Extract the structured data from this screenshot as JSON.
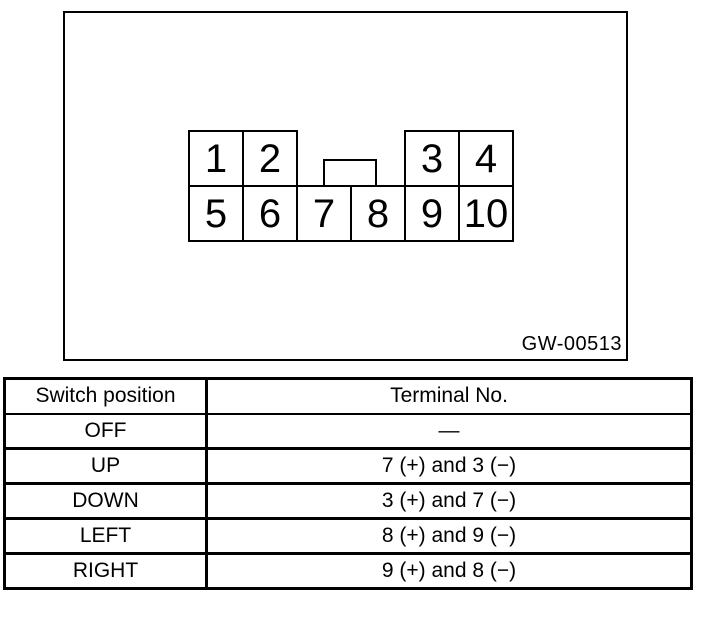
{
  "figure": {
    "code_label": "GW-00513",
    "connector": {
      "top_left_pins": [
        "1",
        "2"
      ],
      "top_right_pins": [
        "3",
        "4"
      ],
      "bottom_pins": [
        "5",
        "6",
        "7",
        "8",
        "9",
        "10"
      ]
    }
  },
  "table": {
    "headers": {
      "switch_position": "Switch position",
      "terminal_no": "Terminal No."
    },
    "rows": [
      {
        "position": "OFF",
        "terminal": "—"
      },
      {
        "position": "UP",
        "terminal": "7 (+) and 3 (−)"
      },
      {
        "position": "DOWN",
        "terminal": "3 (+) and 7 (−)"
      },
      {
        "position": "LEFT",
        "terminal": "8 (+) and 9 (−)"
      },
      {
        "position": "RIGHT",
        "terminal": "9 (+) and 8 (−)"
      }
    ]
  },
  "colors": {
    "line": "#000000",
    "background": "#ffffff"
  }
}
